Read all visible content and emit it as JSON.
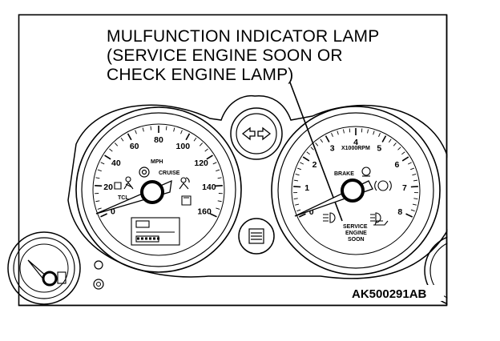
{
  "callout": {
    "lines": [
      "MULFUNCTION INDICATOR LAMP",
      "(SERVICE ENGINE SOON OR",
      "CHECK ENGINE LAMP)"
    ]
  },
  "figure_id": "AK500291AB",
  "speedometer": {
    "unit": "MPH",
    "tick_labels": [
      "0",
      "20",
      "40",
      "60",
      "80",
      "100",
      "120",
      "140",
      "160"
    ],
    "indicators": {
      "cruise": "CRUISE",
      "tcl": "TCL"
    }
  },
  "tachometer": {
    "unit": "X1000RPM",
    "tick_labels": [
      "0",
      "1",
      "2",
      "3",
      "4",
      "5",
      "6",
      "7",
      "8"
    ],
    "indicators": {
      "brake": "BRAKE"
    },
    "mil_label": [
      "SERVICE",
      "ENGINE",
      "SOON"
    ]
  },
  "icons": [
    "turn-signal-icon",
    "cruise-icon",
    "seatbelt-icon",
    "airbag-icon",
    "headlight-icon",
    "fog-light-icon",
    "oil-pressure-icon",
    "door-ajar-icon",
    "hazard-icon",
    "abs-icon",
    "brake-warning-icon"
  ]
}
